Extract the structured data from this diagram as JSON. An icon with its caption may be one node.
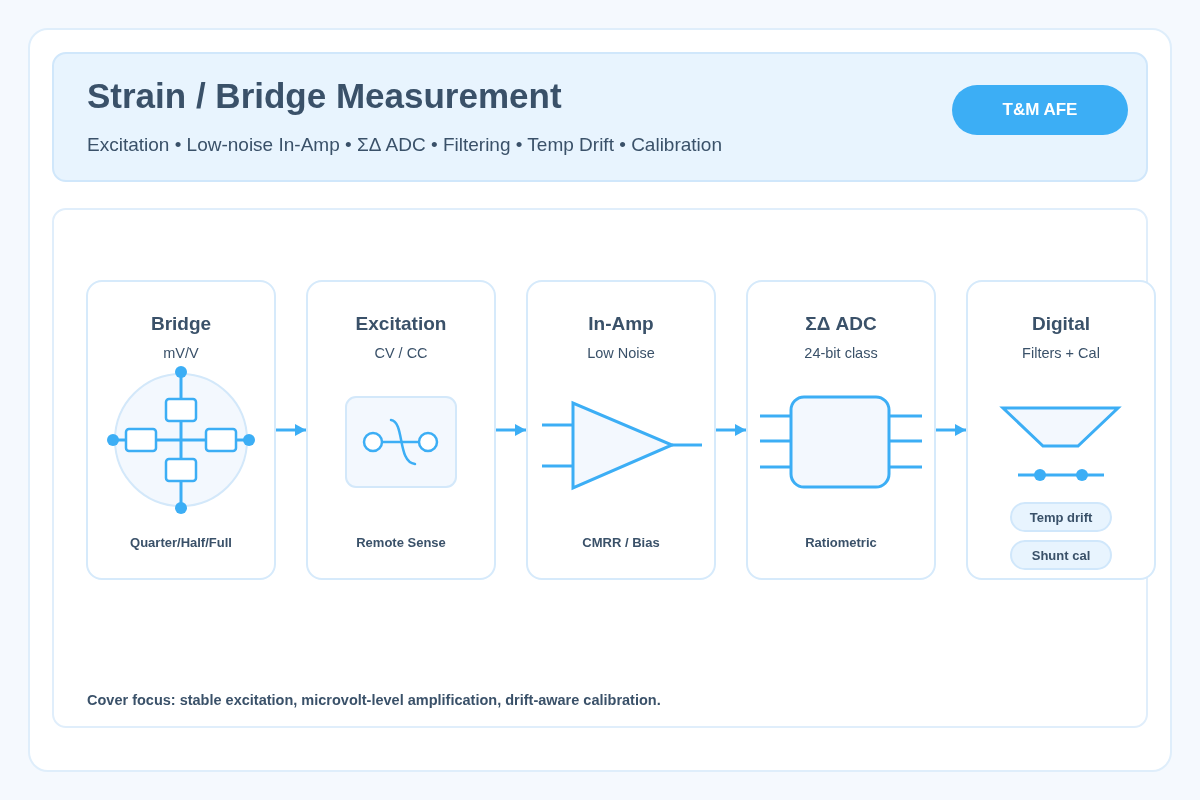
{
  "diagram": {
    "title": "Strain / Bridge Measurement",
    "caption": "Cover focus: stable excitation, microvolt-level amplification, drift-aware calibration.",
    "nodes": [
      {
        "text": [
          "Bridge",
          "mV/V",
          "Quarter/Half/Full"
        ]
      },
      {
        "text": [
          "Excitation",
          "CV / CC",
          "Remote Sense"
        ]
      },
      {
        "text": [
          "In-Amp",
          "Low Noise",
          "CMRR / Bias"
        ]
      },
      {
        "text": [
          "ΣΔ ADC",
          "24-bit class",
          "Ratiometric"
        ]
      },
      {
        "text": [
          "Digital",
          "Filters + Cal"
        ]
      },
      {
        "text": [
          "Temp drift"
        ],
        "in": 4
      },
      {
        "text": [
          "Shunt cal"
        ],
        "in": 4
      }
    ],
    "edges": [
      {
        "from": 0,
        "to": 1,
        "arrow": "to"
      },
      {
        "from": 1,
        "to": 2,
        "arrow": "to"
      },
      {
        "from": 2,
        "to": 3,
        "arrow": "to"
      },
      {
        "from": 3,
        "to": 4,
        "arrow": "to"
      }
    ],
    "labels": [
      "Excitation • Low-noise In-Amp • ΣΔ ADC • Filtering • Temp Drift • Calibration",
      "T&M AFE"
    ]
  }
}
